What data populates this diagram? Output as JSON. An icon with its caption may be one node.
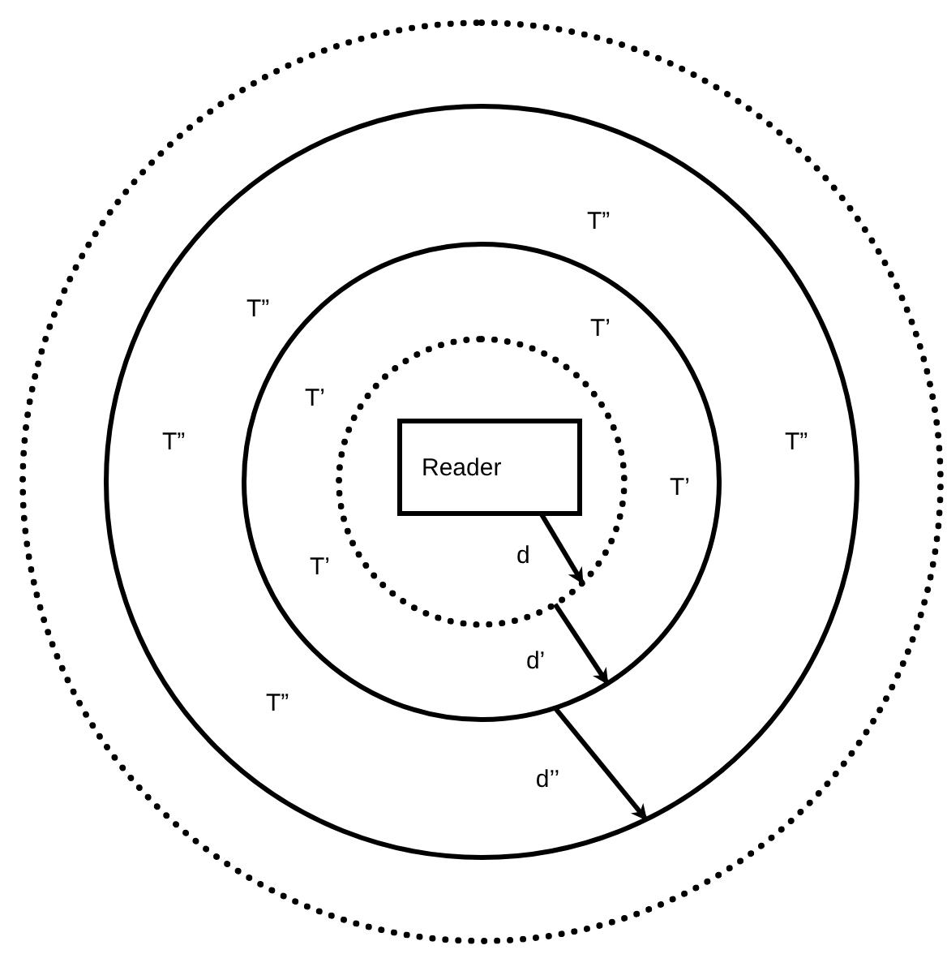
{
  "diagram": {
    "nodes": [
      {
        "text": [],
        "shape": "circle"
      },
      {
        "text": [],
        "shape": "circle",
        "in": 0
      },
      {
        "text": [],
        "shape": "circle",
        "in": 1
      },
      {
        "text": [],
        "shape": "circle",
        "in": 2
      },
      {
        "text": [
          "Reader"
        ],
        "in": 3
      }
    ],
    "edges": [
      {
        "from": 4,
        "to": 3,
        "arrow": "to",
        "label": "d"
      },
      {
        "from": 3,
        "to": 2,
        "arrow": "to",
        "label": "d’"
      },
      {
        "from": 2,
        "to": 1,
        "arrow": "to",
        "label": "d’’"
      }
    ],
    "labels": [
      "T”",
      "T”",
      "T’",
      "T’",
      "T”",
      "T’",
      "T”",
      "T’",
      "T”"
    ]
  }
}
